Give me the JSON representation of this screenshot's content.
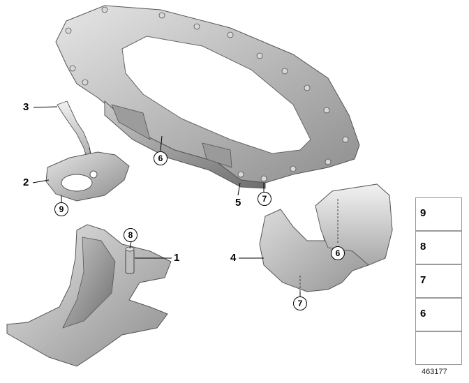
{
  "diagram": {
    "diagram_id": "463177",
    "callouts": {
      "c1": "1",
      "c2": "2",
      "c3": "3",
      "c4": "4",
      "c5": "5"
    },
    "circled": {
      "c6a": "6",
      "c6b": "6",
      "c7a": "7",
      "c7b": "7",
      "c8": "8",
      "c9": "9"
    },
    "legend": [
      {
        "num": "9",
        "icon": "flange-bolt-icon"
      },
      {
        "num": "8",
        "icon": "expanding-rivet-icon"
      },
      {
        "num": "7",
        "icon": "clip-screw-icon"
      },
      {
        "num": "6",
        "icon": "hex-nut-icon"
      }
    ]
  }
}
